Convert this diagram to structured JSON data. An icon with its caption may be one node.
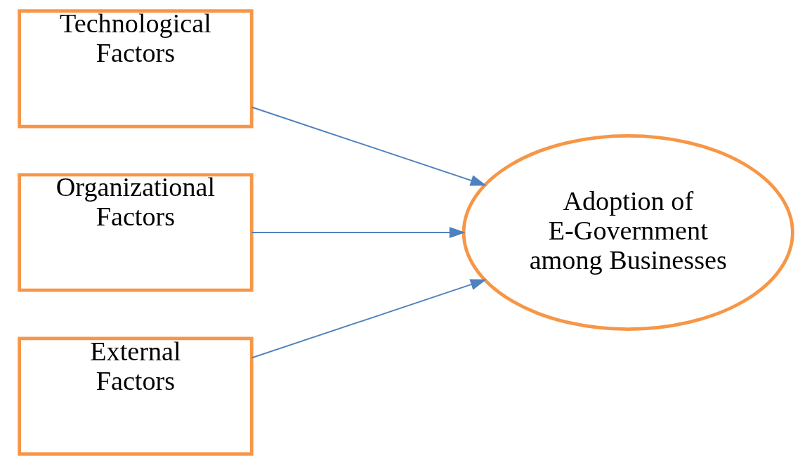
{
  "diagram": {
    "nodes": [
      {
        "text": [
          "Technological Factors"
        ]
      },
      {
        "text": [
          "Organizational Factors"
        ]
      },
      {
        "text": [
          "External Factors"
        ]
      },
      {
        "text": [
          "Adoption of E-Government among Businesses"
        ]
      }
    ],
    "edges": [
      {
        "from": 0,
        "to": 3,
        "arrow": "to"
      },
      {
        "from": 1,
        "to": 3,
        "arrow": "to"
      },
      {
        "from": 2,
        "to": 3,
        "arrow": "to"
      }
    ]
  }
}
